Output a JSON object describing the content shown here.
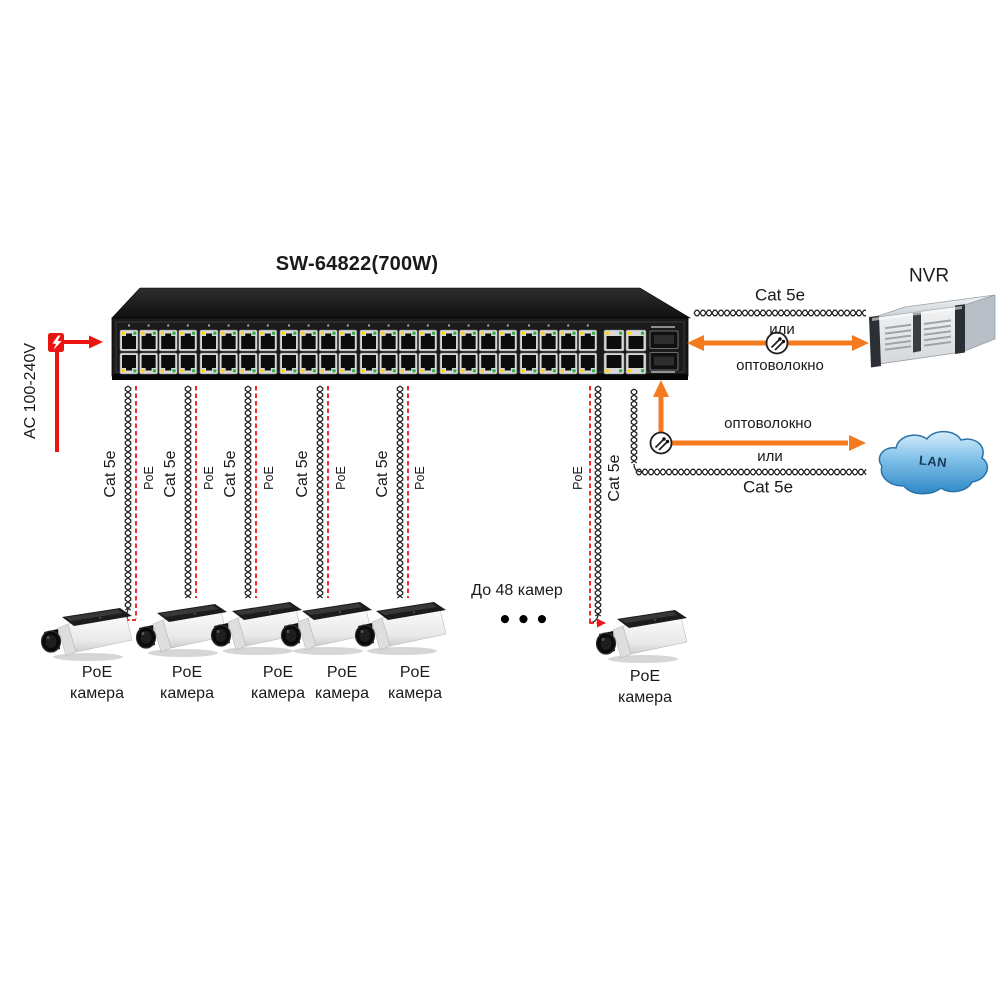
{
  "title": "SW-64822(700W)",
  "power": {
    "label": "AC 100-240V"
  },
  "switch": {
    "rj45_ports": 48,
    "ports_per_row": 24,
    "uplink_ports": 4,
    "sfp_slots": 2
  },
  "cabling": {
    "cat5e": "Cat 5e",
    "poe": "PoE"
  },
  "cameras": {
    "note": "До 48 камер",
    "ellipsis": "●●●",
    "items": [
      {
        "line1": "PoE",
        "line2": "камера"
      },
      {
        "line1": "PoE",
        "line2": "камера"
      },
      {
        "line1": "PoE",
        "line2": "камера"
      },
      {
        "line1": "PoE",
        "line2": "камера"
      },
      {
        "line1": "PoE",
        "line2": "камера"
      },
      {
        "line1": "PoE",
        "line2": "камера"
      }
    ]
  },
  "nvr": {
    "label": "NVR",
    "cat5e": "Cat 5e",
    "or": "или",
    "fiber": "оптоволокно"
  },
  "lan": {
    "label": "LAN",
    "fiber": "оптоволокно",
    "or": "или",
    "cat5e": "Cat 5e"
  },
  "colors": {
    "red": "#ea1410",
    "orange": "#f5791d",
    "braid": "#262626",
    "cloud_blue": "#2f88c7"
  }
}
